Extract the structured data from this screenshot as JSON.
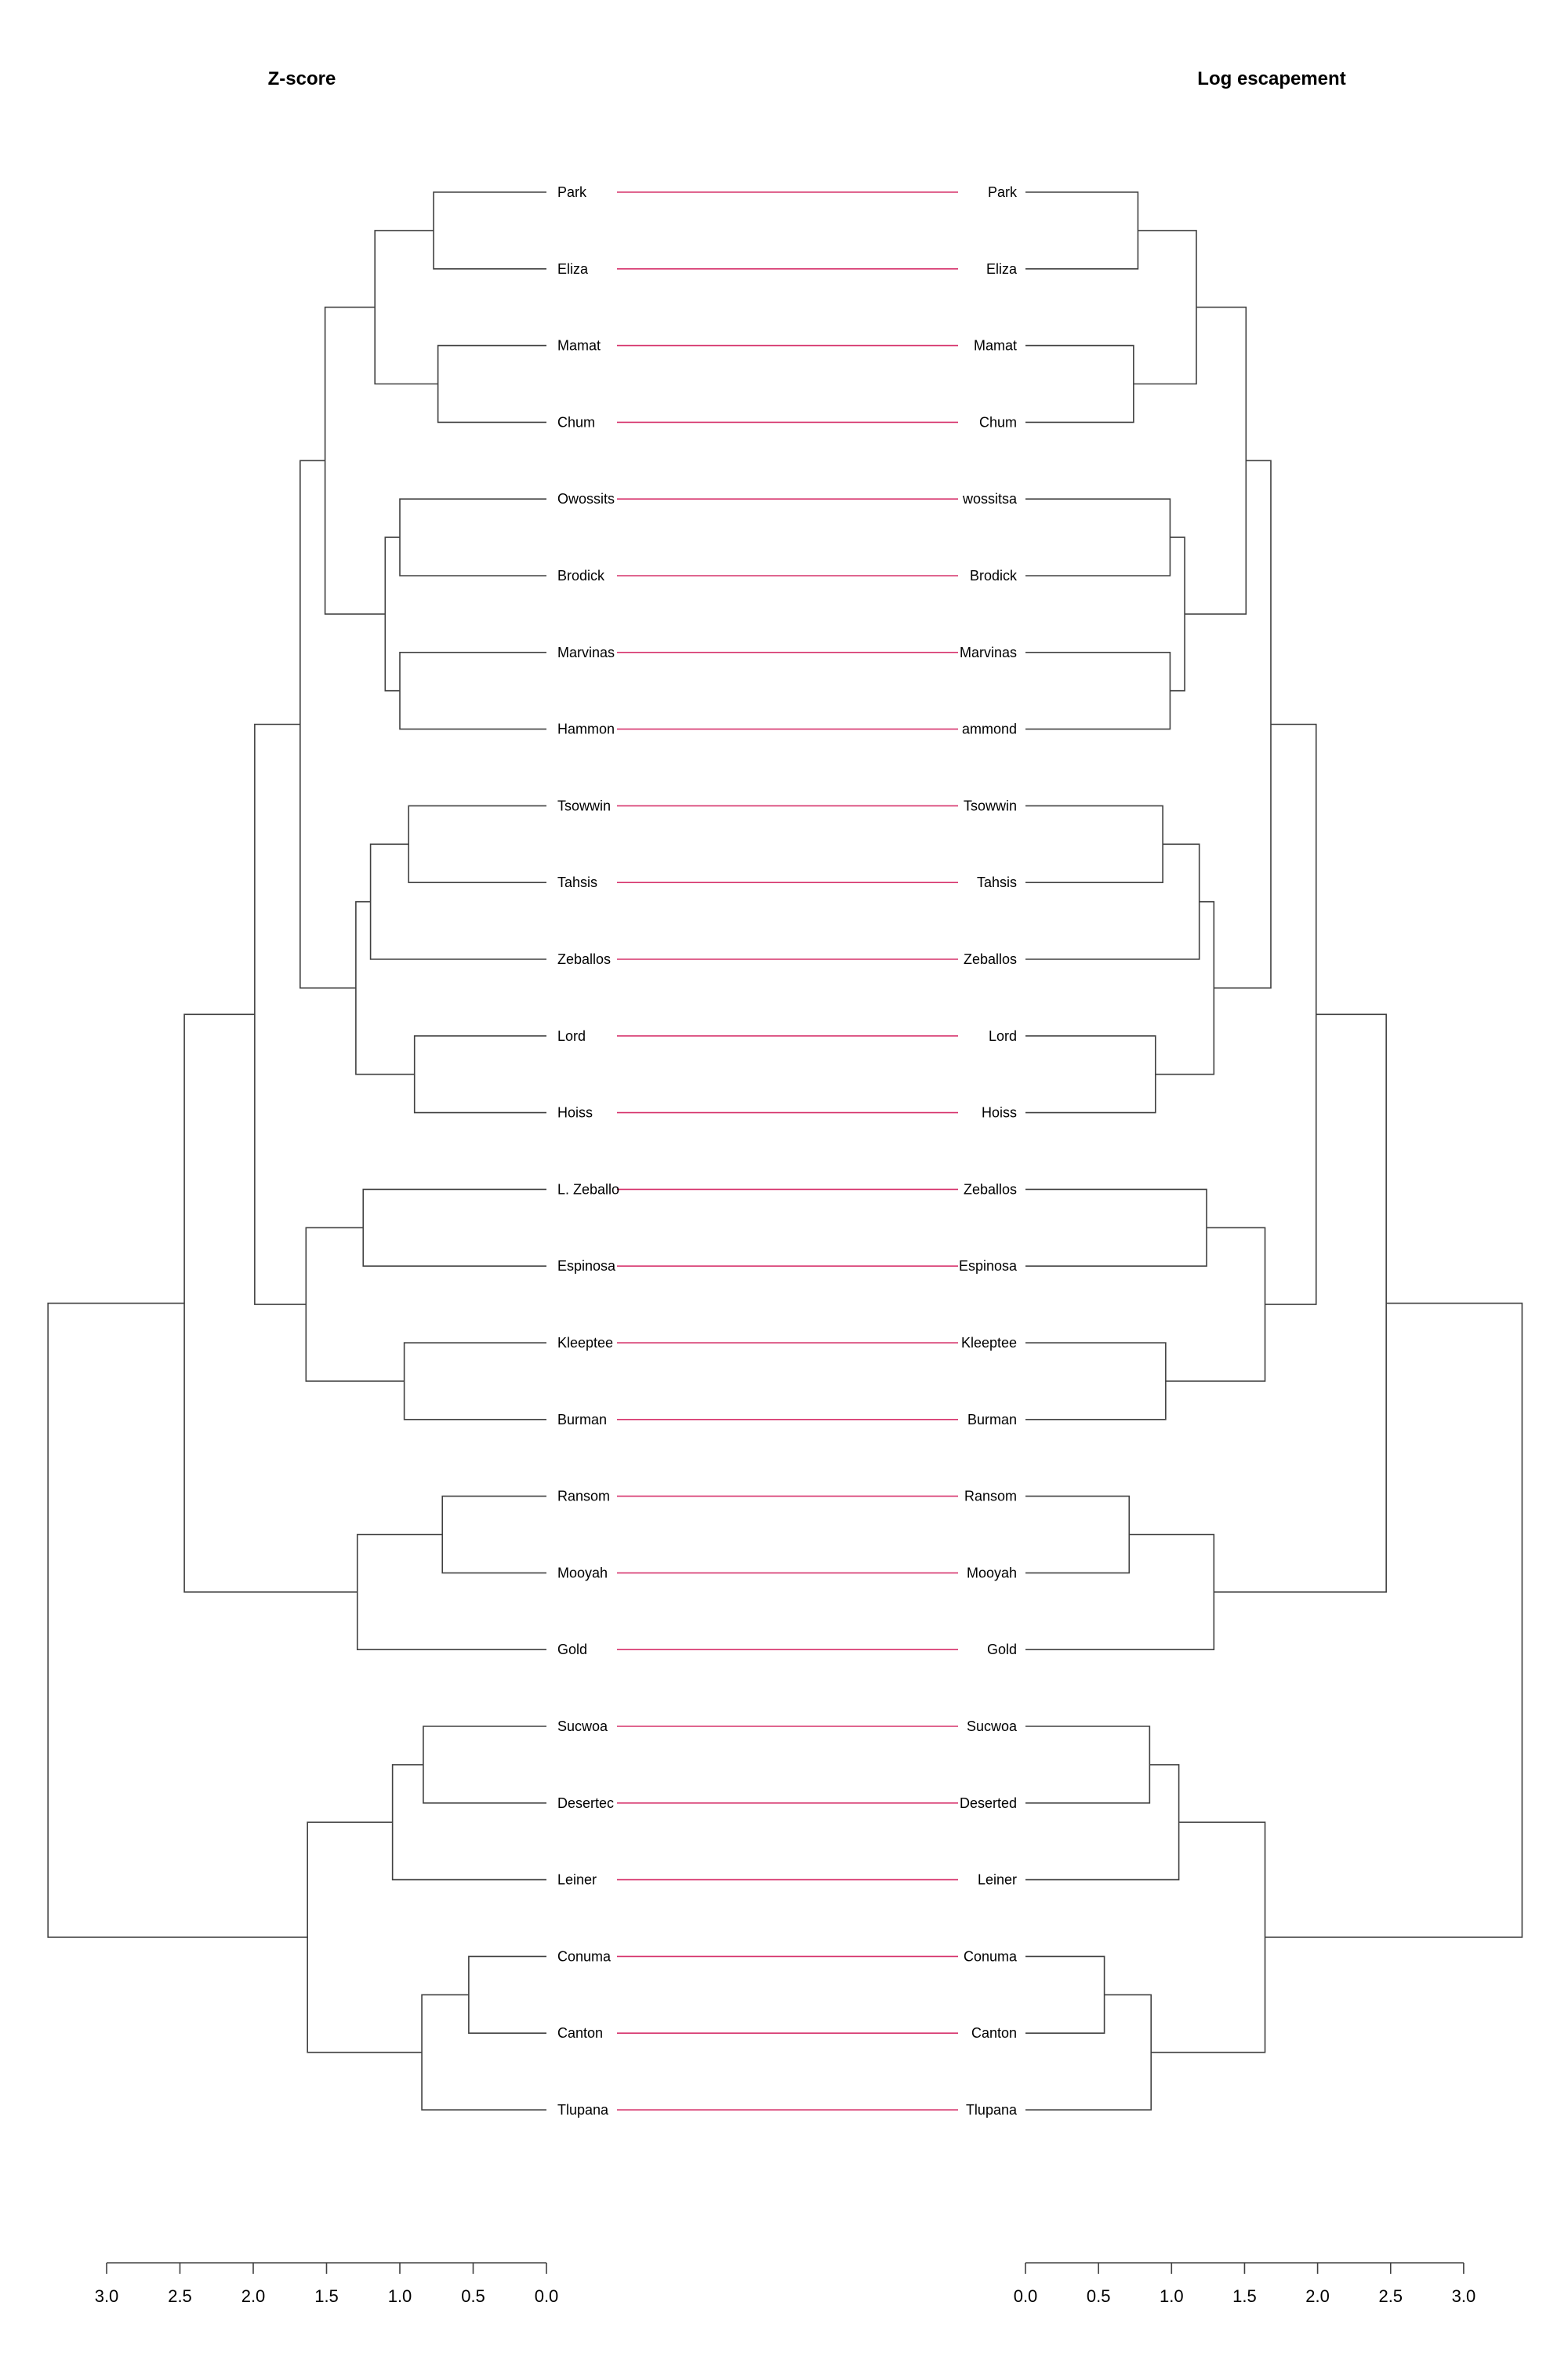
{
  "chart_data": {
    "type": "tanglegram",
    "left": {
      "title": "Z-score",
      "labels": [
        "Park",
        "Eliza",
        "Mamat",
        "Chum",
        "Owossits",
        "Brodick",
        "Marvinas",
        "Hammon",
        "Tsowwin",
        "Tahsis",
        "Zeballos",
        "Lord",
        "Hoiss",
        "L. Zeballo",
        "Espinosa",
        "Kleeptee",
        "Burman",
        "Ransom",
        "Mooyah",
        "Gold",
        "Sucwoa",
        "Desertec",
        "Leiner",
        "Conuma",
        "Canton",
        "Tlupana"
      ],
      "axis_ticks": [
        "3.0",
        "2.5",
        "2.0",
        "1.5",
        "1.0",
        "0.5",
        "0.0"
      ],
      "axis_range": [
        3.0,
        0.0
      ],
      "merges": [
        {
          "a": "L1",
          "b": "L2",
          "h": 0.77
        },
        {
          "a": "L3",
          "b": "L4",
          "h": 0.74
        },
        {
          "a": "N1",
          "b": "N2",
          "h": 1.17
        },
        {
          "a": "L5",
          "b": "L6",
          "h": 1.0
        },
        {
          "a": "L7",
          "b": "L8",
          "h": 1.0
        },
        {
          "a": "N4",
          "b": "N5",
          "h": 1.1
        },
        {
          "a": "N3",
          "b": "N6",
          "h": 1.51
        },
        {
          "a": "L9",
          "b": "L10",
          "h": 0.94
        },
        {
          "a": "N8",
          "b": "L11",
          "h": 1.2
        },
        {
          "a": "L12",
          "b": "L13",
          "h": 0.9
        },
        {
          "a": "N9",
          "b": "N10",
          "h": 1.3
        },
        {
          "a": "N7",
          "b": "N11",
          "h": 1.68
        },
        {
          "a": "L14",
          "b": "L15",
          "h": 1.25
        },
        {
          "a": "L16",
          "b": "L17",
          "h": 0.97
        },
        {
          "a": "N13",
          "b": "N14",
          "h": 1.64
        },
        {
          "a": "N12",
          "b": "N15",
          "h": 1.99
        },
        {
          "a": "L18",
          "b": "L19",
          "h": 0.71
        },
        {
          "a": "N17",
          "b": "L20",
          "h": 1.29
        },
        {
          "a": "N16",
          "b": "N18",
          "h": 2.47
        },
        {
          "a": "L21",
          "b": "L22",
          "h": 0.84
        },
        {
          "a": "N20",
          "b": "L23",
          "h": 1.05
        },
        {
          "a": "L24",
          "b": "L25",
          "h": 0.53
        },
        {
          "a": "N22",
          "b": "L26",
          "h": 0.85
        },
        {
          "a": "N21",
          "b": "N23",
          "h": 1.63
        },
        {
          "a": "N19",
          "b": "N24",
          "h": 3.4
        }
      ]
    },
    "right": {
      "title": "Log escapement",
      "labels": [
        "Park",
        "Eliza",
        "Mamat",
        "Chum",
        "wossitsa",
        "Brodick",
        "Marvinas",
        "ammond",
        "Tsowwin",
        "Tahsis",
        "Zeballos",
        "Lord",
        "Hoiss",
        "Zeballos",
        "Espinosa",
        "Kleeptee",
        "Burman",
        "Ransom",
        "Mooyah",
        "Gold",
        "Sucwoa",
        "Deserted",
        "Leiner",
        "Conuma",
        "Canton",
        "Tlupana"
      ],
      "axis_ticks": [
        "0.0",
        "0.5",
        "1.0",
        "1.5",
        "2.0",
        "2.5",
        "3.0"
      ],
      "axis_range": [
        0.0,
        3.0
      ],
      "merges": [
        {
          "a": "L1",
          "b": "L2",
          "h": 0.77
        },
        {
          "a": "L3",
          "b": "L4",
          "h": 0.74
        },
        {
          "a": "N1",
          "b": "N2",
          "h": 1.17
        },
        {
          "a": "L5",
          "b": "L6",
          "h": 0.99
        },
        {
          "a": "L7",
          "b": "L8",
          "h": 0.99
        },
        {
          "a": "N4",
          "b": "N5",
          "h": 1.09
        },
        {
          "a": "N3",
          "b": "N6",
          "h": 1.51
        },
        {
          "a": "L9",
          "b": "L10",
          "h": 0.94
        },
        {
          "a": "N8",
          "b": "L11",
          "h": 1.19
        },
        {
          "a": "L12",
          "b": "L13",
          "h": 0.89
        },
        {
          "a": "N9",
          "b": "N10",
          "h": 1.29
        },
        {
          "a": "N7",
          "b": "N11",
          "h": 1.68
        },
        {
          "a": "L14",
          "b": "L15",
          "h": 1.24
        },
        {
          "a": "L16",
          "b": "L17",
          "h": 0.96
        },
        {
          "a": "N13",
          "b": "N14",
          "h": 1.64
        },
        {
          "a": "N12",
          "b": "N15",
          "h": 1.99
        },
        {
          "a": "L18",
          "b": "L19",
          "h": 0.71
        },
        {
          "a": "N17",
          "b": "L20",
          "h": 1.29
        },
        {
          "a": "N16",
          "b": "N18",
          "h": 2.47
        },
        {
          "a": "L21",
          "b": "L22",
          "h": 0.85
        },
        {
          "a": "N20",
          "b": "L23",
          "h": 1.05
        },
        {
          "a": "L24",
          "b": "L25",
          "h": 0.54
        },
        {
          "a": "N22",
          "b": "L26",
          "h": 0.86
        },
        {
          "a": "N21",
          "b": "N23",
          "h": 1.64
        },
        {
          "a": "N19",
          "b": "N24",
          "h": 3.4
        }
      ]
    },
    "connector_color": "#d6336c",
    "branch_color": "#404040"
  }
}
